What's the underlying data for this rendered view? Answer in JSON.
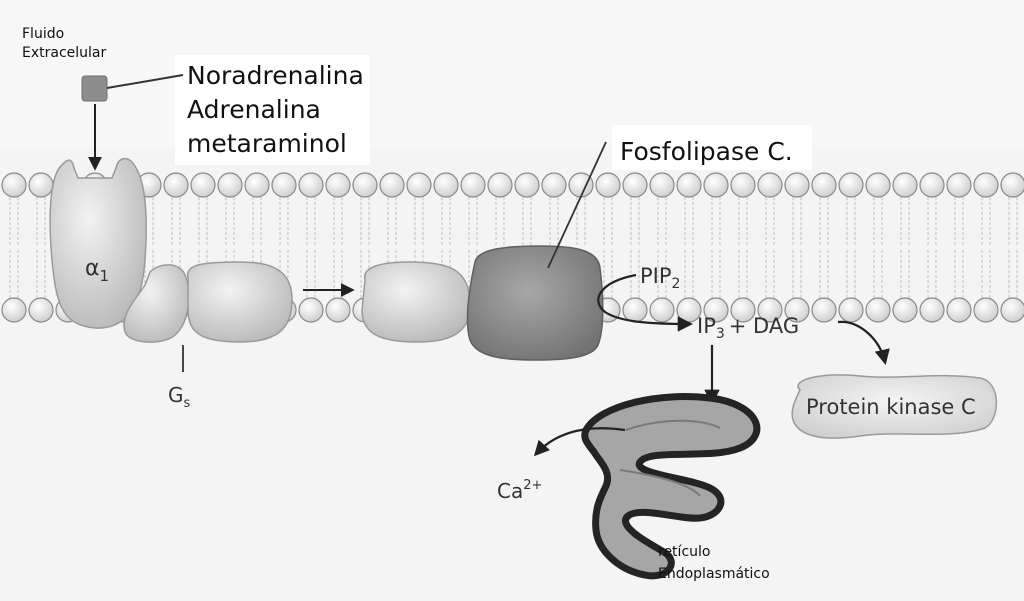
{
  "labels": {
    "extracellular_line1": "Fluido",
    "extracellular_line2": "Extracelular",
    "agonist_1": "Noradrenalina",
    "agonist_2": "Adrenalina",
    "agonist_3": "metaraminol",
    "receptor": "α",
    "receptor_sub": "1",
    "g_protein": "G",
    "g_protein_sub": "s",
    "enzyme": "Fosfolipase C.",
    "pip2": "PIP",
    "pip2_sub": "2",
    "ip3": "IP",
    "ip3_sub": "3",
    "ip3_plus_dag": "+ DAG",
    "protein_kinase": "Protein kinase C",
    "calcium": "Ca",
    "calcium_sup": "2+",
    "er_line1": "retículo",
    "er_line2": "Endoplasmático"
  },
  "colors": {
    "background": "#ffffff",
    "cell_interior": "#f2f2f2",
    "lipid_head": "#e6e6e6",
    "lipid_stroke": "#8a8a8a",
    "protein_light": "#d6d6d6",
    "protein_dark": "#8d8d8d",
    "er_border": "#2a2a2a",
    "er_fill": "#a9a9a9",
    "text": "#111111"
  }
}
